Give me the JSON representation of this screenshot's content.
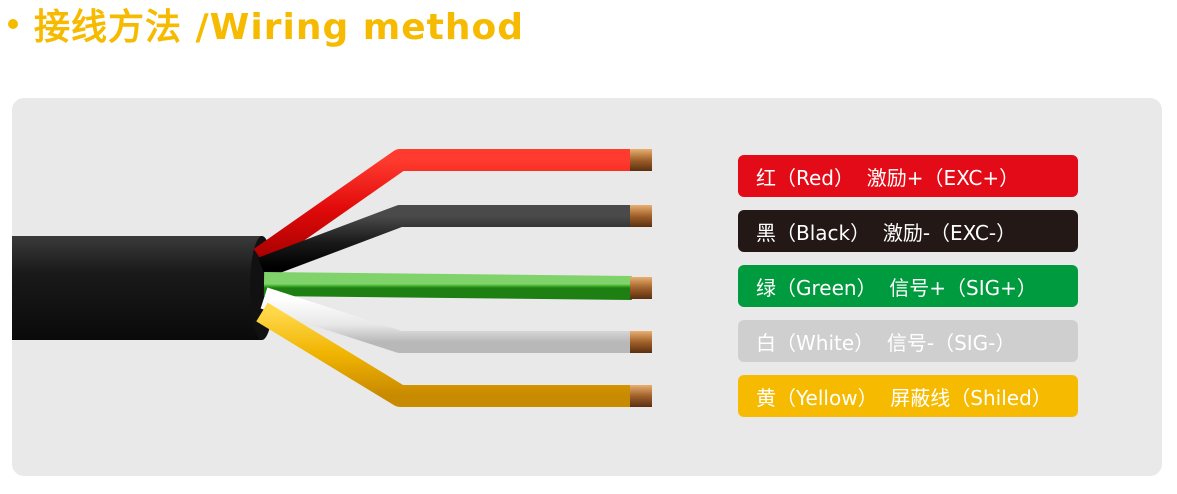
{
  "header": {
    "title": "接线方法 /Wiring method",
    "accent_color": "#f6bb00"
  },
  "legend": {
    "items": [
      {
        "label": "红（Red）  激励+（EXC+）",
        "color": "#e30b17"
      },
      {
        "label": "黑（Black）  激励-（EXC-）",
        "color": "#231815"
      },
      {
        "label": "绿（Green）  信号+（SIG+）",
        "color": "#009b3e"
      },
      {
        "label": "白（White）  信号-（SIG-）",
        "color": "#cfcfcf"
      },
      {
        "label": "黄（Yellow）  屏蔽线（Shiled）",
        "color": "#f6bb00"
      }
    ]
  }
}
